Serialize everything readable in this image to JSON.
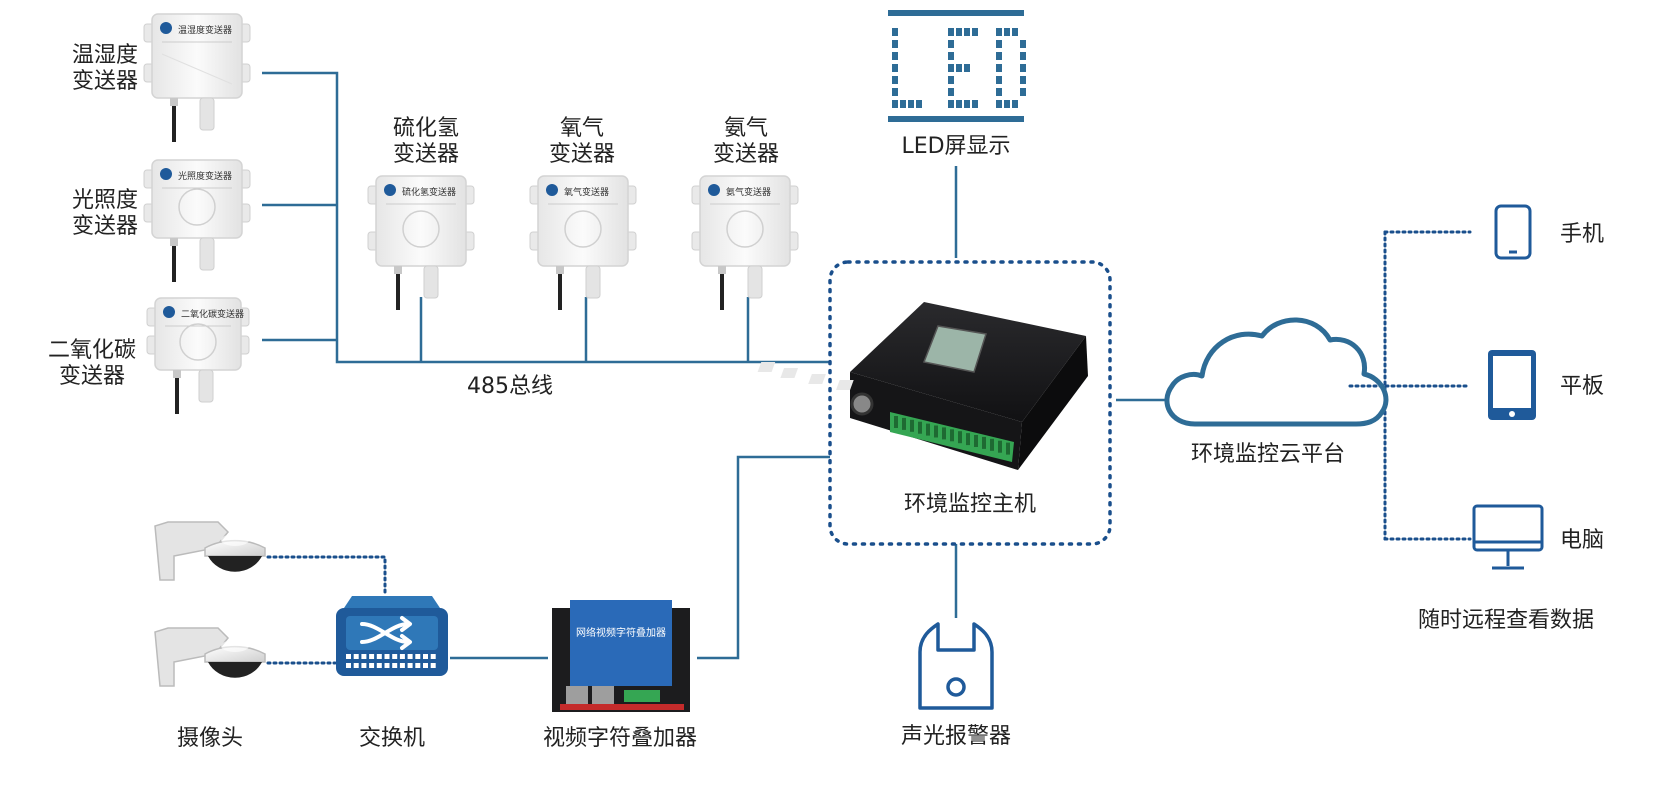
{
  "colors": {
    "line": "#2e6c96",
    "dotted": "#1a4f8c",
    "icon": "#1f5a9a",
    "device_body": "#f2f2f2",
    "device_edge": "#d8d8d8",
    "controller": "#1d1d1f",
    "terminal": "#35a653",
    "lcd": "#9cb5a8"
  },
  "sensors_left": [
    {
      "line1": "温湿度",
      "line2": "变送器",
      "plate": "温湿度变送器"
    },
    {
      "line1": "光照度",
      "line2": "变送器",
      "plate": "光照度变送器"
    },
    {
      "line1": "二氧化碳",
      "line2": "变送器",
      "plate": "二氧化碳变送器"
    }
  ],
  "sensors_top": [
    {
      "line1": "硫化氢",
      "line2": "变送器",
      "plate": "硫化氢变送器"
    },
    {
      "line1": "氧气",
      "line2": "变送器",
      "plate": "氧气变送器"
    },
    {
      "line1": "氨气",
      "line2": "变送器",
      "plate": "氨气变送器"
    }
  ],
  "bus_label": "485总线",
  "led_label": "LED屏显示",
  "host_label": "环境监控主机",
  "cloud_label": "环境监控云平台",
  "alarm_label": "声光报警器",
  "camera_label": "摄像头",
  "switch_label": "交换机",
  "overlay_label": "视频字符叠加器",
  "overlay_plate": "网络视频字符叠加器",
  "devices": [
    {
      "label": "手机",
      "icon": "phone-icon"
    },
    {
      "label": "平板",
      "icon": "tablet-icon"
    },
    {
      "label": "电脑",
      "icon": "monitor-icon"
    }
  ],
  "remote_label": "随时远程查看数据"
}
